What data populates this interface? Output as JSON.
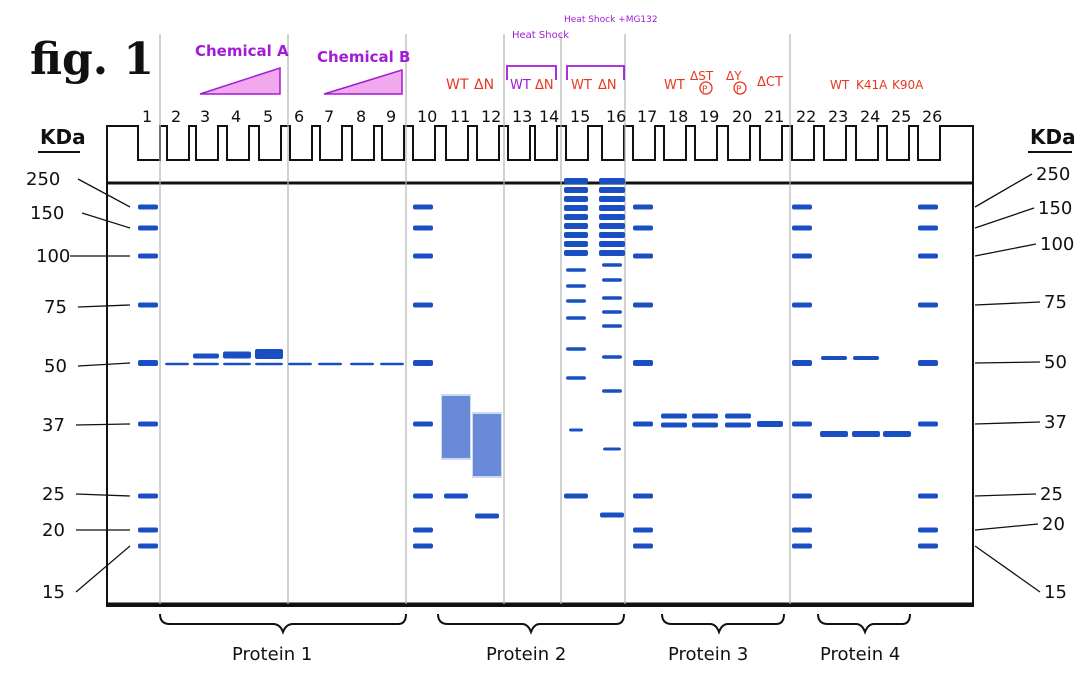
{
  "figure_title": "fig. 1",
  "kda_label": "KDa",
  "markers": [
    {
      "kda": "250",
      "left_label": "250",
      "right_label": "250"
    },
    {
      "kda": "150",
      "left_label": "150",
      "right_label": "150"
    },
    {
      "kda": "100",
      "left_label": "100",
      "right_label": "100"
    },
    {
      "kda": "75",
      "left_label": "75",
      "right_label": "75"
    },
    {
      "kda": "50",
      "left_label": "50",
      "right_label": "50"
    },
    {
      "kda": "37",
      "left_label": "37",
      "right_label": "37"
    },
    {
      "kda": "25",
      "left_label": "25",
      "right_label": "25"
    },
    {
      "kda": "20",
      "left_label": "20",
      "right_label": "20"
    },
    {
      "kda": "15",
      "left_label": "15",
      "right_label": "15"
    }
  ],
  "lane_numbers": [
    "1",
    "2",
    "3",
    "4",
    "5",
    "6",
    "7",
    "8",
    "9",
    "10",
    "11",
    "12",
    "13",
    "14",
    "15",
    "16",
    "17",
    "18",
    "19",
    "20",
    "21",
    "22",
    "23",
    "24",
    "25",
    "26"
  ],
  "treatments": {
    "chemical_a": "Chemical A",
    "chemical_b": "Chemical B",
    "heat_shock": "Heat Shock",
    "heat_shock_mg": "Heat Shock +MG132"
  },
  "genotype_labels": {
    "p2_wt": "WT",
    "p2_dn": "ΔN",
    "hs_wt": "WT",
    "hs_dn": "ΔN",
    "hsmg_wt": "WT",
    "hsmg_dn": "ΔN",
    "p3_wt": "WT",
    "p3_dst": "ΔST",
    "p3_dy": "ΔY",
    "p3_dct": "ΔCT",
    "p3_p": "P",
    "p4_wt": "WT",
    "p4_k41a": "K41A",
    "p4_k90a": "K90A"
  },
  "protein_groups": [
    "Protein 1",
    "Protein 2",
    "Protein 3",
    "Protein 4"
  ],
  "colors": {
    "band": "#1a4fc4",
    "ink": "#111111",
    "purple": "#a21bd6",
    "triangle_fill": "#f2a8ec",
    "red": "#e8371e",
    "separator": "#b3b3b3"
  }
}
